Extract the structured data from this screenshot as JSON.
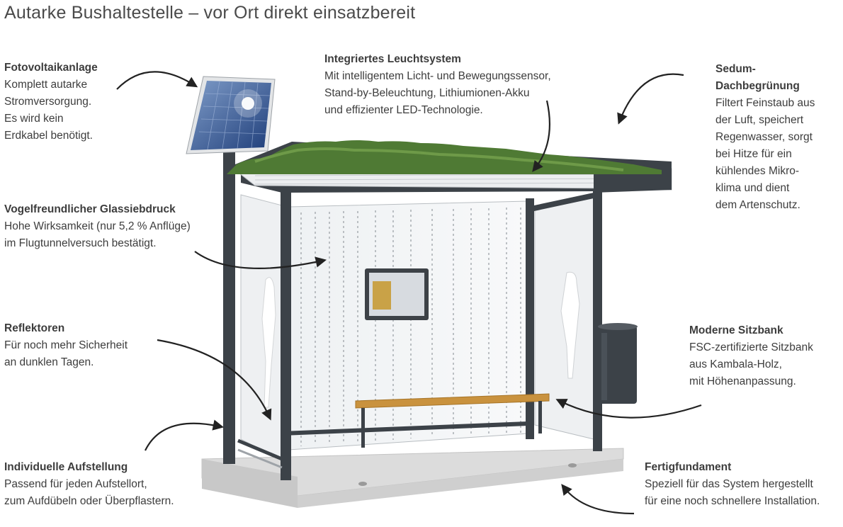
{
  "title": "Autarke Bushaltestelle – vor Ort direkt einsatzbereit",
  "callouts": {
    "photovoltaik": {
      "heading": "Fotovoltaikanlage",
      "text": "Komplett autarke\nStromversorgung.\nEs wird kein\nErdkabel benötigt."
    },
    "leuchtsystem": {
      "heading": "Integriertes Leuchtsystem",
      "text": "Mit intelligentem Licht- und Bewegungssensor,\nStand-by-Beleuchtung, Lithiumionen-Akku\nund effizienter LED-Technologie."
    },
    "sedum": {
      "heading": "Sedum-\nDachbegrünung",
      "text": "Filtert Feinstaub aus\nder Luft, speichert\nRegenwasser, sorgt\nbei Hitze für ein\nkühlendes Mikro-\nklima und dient\ndem Artenschutz."
    },
    "glas": {
      "heading": "Vogelfreundlicher Glassiebdruck",
      "text": "Hohe Wirksamkeit (nur 5,2 % Anflüge)\nim Flugtunnelversuch bestätigt."
    },
    "reflektoren": {
      "heading": "Reflektoren",
      "text": "Für noch mehr Sicherheit\nan dunklen Tagen."
    },
    "sitzbank": {
      "heading": "Moderne Sitzbank",
      "text": "FSC-zertifizierte Sitzbank\naus Kambala-Holz,\nmit Höhenanpassung."
    },
    "aufstellung": {
      "heading": "Individuelle Aufstellung",
      "text": "Passend für jeden Aufstellort,\nzum Aufdübeln oder Überpflastern."
    },
    "fundament": {
      "heading": "Fertigfundament",
      "text": "Speziell für das System hergestellt\nfür eine noch schnellere Installation."
    }
  },
  "colors": {
    "frame": "#3c4248",
    "grass": "#4f7a34",
    "panel": "#2f4f8a",
    "concrete": "#d9d9d9",
    "bench": "#c9923e"
  },
  "icons": [
    "curved-arrow-icon"
  ]
}
